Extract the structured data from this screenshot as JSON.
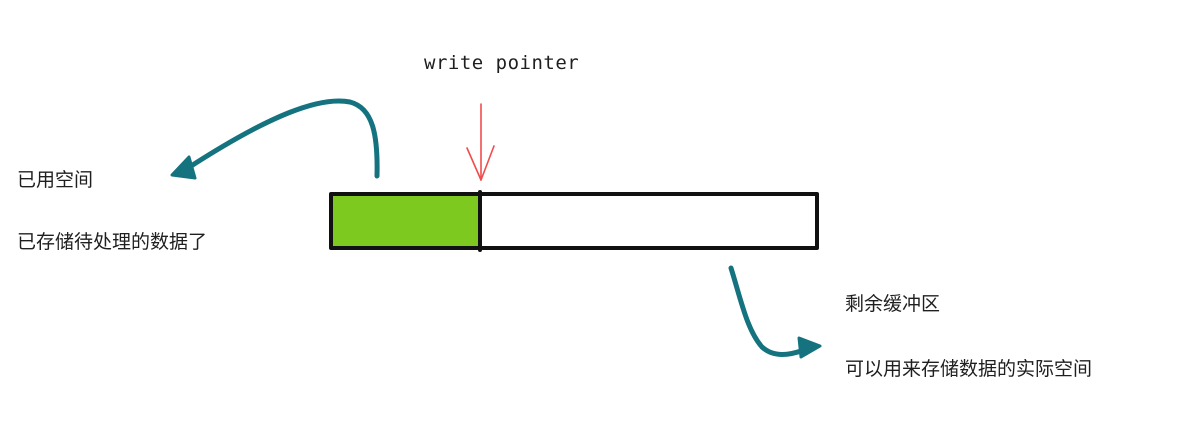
{
  "pointer": {
    "label": "write pointer",
    "arrow_color": "#f24b4b"
  },
  "used_space": {
    "title": "已用空间",
    "description": "已存储待处理的数据了",
    "fill_color": "#7ec920",
    "fraction_of_buffer": 0.3
  },
  "remaining_space": {
    "title": "剩余缓冲区",
    "description": "可以用来存储数据的实际空间",
    "fill_color": "#ffffff"
  },
  "colors": {
    "outline": "#111111",
    "callout_arrow": "#14737f"
  }
}
